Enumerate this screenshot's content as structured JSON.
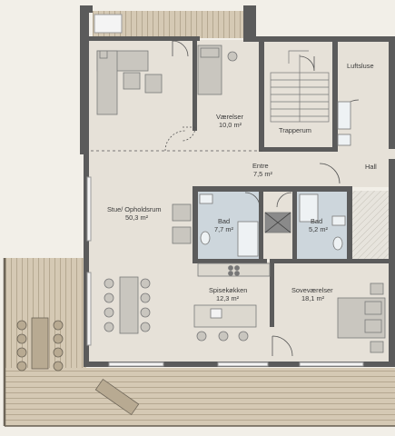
{
  "rooms": {
    "luftsluse": {
      "name": "Luftsluse"
    },
    "vaerelser": {
      "name": "Værelser",
      "area": "10,0 m²"
    },
    "trapperum": {
      "name": "Trapperum"
    },
    "entre": {
      "name": "Entre",
      "area": "7,5 m²"
    },
    "hall": {
      "name": "Hall"
    },
    "stue": {
      "name": "Stue/ Opholdsrum",
      "area": "50,3 m²"
    },
    "bad1": {
      "name": "Bad",
      "area": "7,7 m²"
    },
    "bad2": {
      "name": "Bad",
      "area": "5,2 m²"
    },
    "spisekokken": {
      "name": "Spisekøkken",
      "area": "12,3 m²"
    },
    "sovevaerelser": {
      "name": "Soveværelser",
      "area": "18,1 m²"
    }
  },
  "colors": {
    "background": "#f2efe8",
    "floor": "#e6e1d8",
    "wall": "#5b5b5b",
    "bathroom": "#cdd6dc",
    "kitchen_counter": "#dcd8cf",
    "deck": "#d5c9b4",
    "furniture": "#c9c6bf",
    "furniture_stroke": "#7a7a7a"
  }
}
